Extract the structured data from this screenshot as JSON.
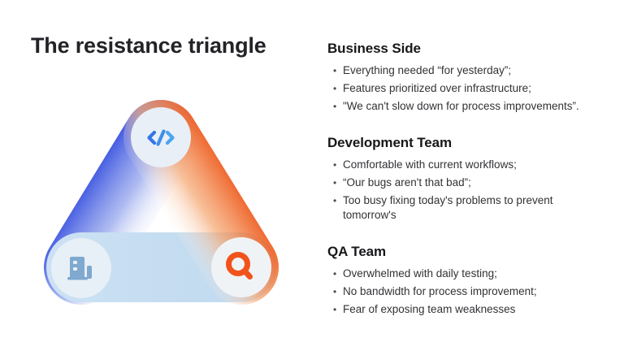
{
  "slide": {
    "title": "The resistance triangle",
    "sections": [
      {
        "heading": "Business Side",
        "bullets": [
          "Everything needed “for yesterday”;",
          "Features prioritized over infrastructure;",
          "\"We can't slow down for process improvements”."
        ]
      },
      {
        "heading": "Development Team",
        "bullets": [
          "Comfortable with current workflows;",
          "“Our bugs aren't that bad”;",
          "Too busy fixing today's problems to prevent\ntomorrow's"
        ]
      },
      {
        "heading": "QA Team",
        "bullets": [
          "Overwhelmed with daily testing;",
          "No bandwidth for process improvement;",
          "Fear of exposing team weaknesses"
        ]
      }
    ],
    "graphic": {
      "description": "triangle of three capsule bars with corner icon badges",
      "corners": [
        {
          "position": "top",
          "icon": "code-icon"
        },
        {
          "position": "bottom-left",
          "icon": "building-icon"
        },
        {
          "position": "bottom-right",
          "icon": "magnifier-icon"
        }
      ],
      "colors": {
        "blue_edge": "#3D55E0",
        "orange_edge": "#EE5A1C",
        "bottom_bar_left": "#CCE1F4",
        "bottom_bar_right": "#BFD9EE",
        "circle_fill": "#EAF0F7",
        "code_icon_dark_blue": "#3376E6",
        "code_icon_light_blue": "#49A5EF",
        "building_icon": "#7FA9CE",
        "magnifier_icon": "#F1541B"
      }
    }
  }
}
